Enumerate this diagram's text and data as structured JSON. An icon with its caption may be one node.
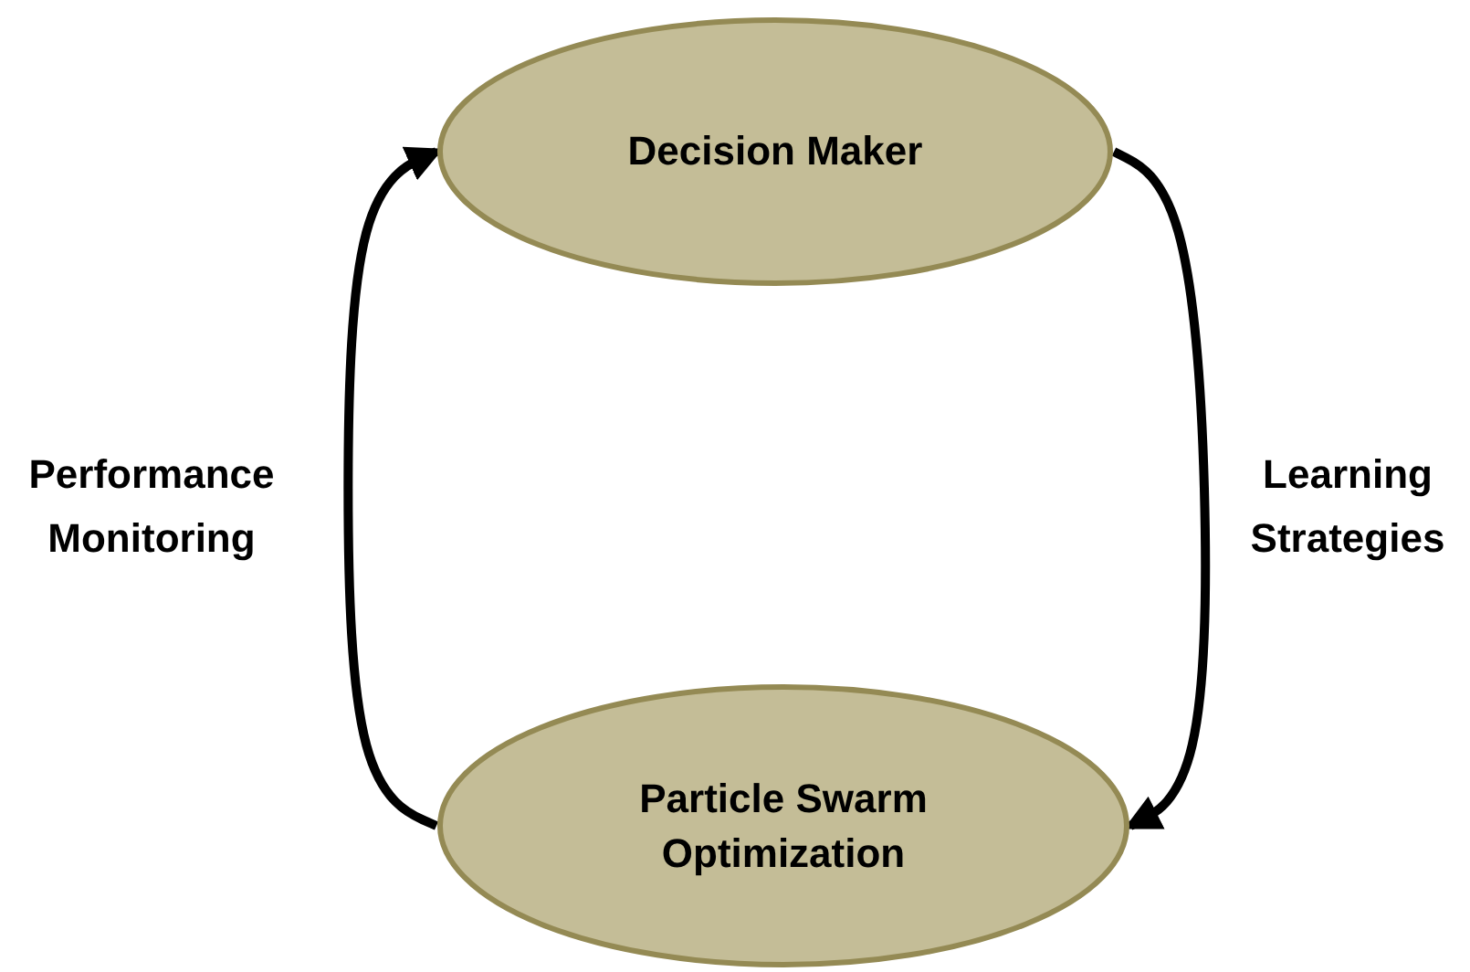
{
  "diagram": {
    "nodes": [
      {
        "text": [
          "Decision Maker"
        ]
      },
      {
        "text": [
          "Particle Swarm Optimization"
        ]
      }
    ],
    "edges": [
      {
        "from": 0,
        "to": 1,
        "arrow": "to",
        "label": "Learning Strategies"
      },
      {
        "from": 1,
        "to": 0,
        "arrow": "to",
        "label": "Performance Monitoring"
      }
    ]
  }
}
